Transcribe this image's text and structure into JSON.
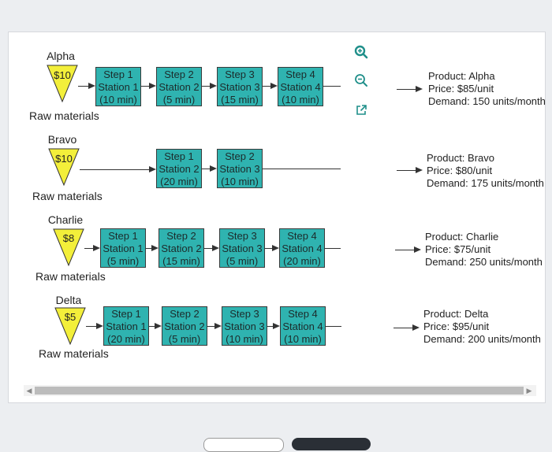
{
  "products": [
    {
      "name": "Alpha",
      "price": "$10",
      "raw_label": "Raw materials",
      "steps": [
        {
          "step": "Step 1",
          "station": "Station 1",
          "time": "(10 min)"
        },
        {
          "step": "Step 2",
          "station": "Station 2",
          "time": "(5 min)"
        },
        {
          "step": "Step 3",
          "station": "Station 3",
          "time": "(15 min)"
        },
        {
          "step": "Step 4",
          "station": "Station 4",
          "time": "(10 min)"
        }
      ],
      "info": {
        "product": "Product: Alpha",
        "price": "Price: $85/unit",
        "demand": "Demand: 150 units/month"
      }
    },
    {
      "name": "Bravo",
      "price": "$10",
      "raw_label": "Raw materials",
      "steps": [
        {
          "step": "Step 1",
          "station": "Station 2",
          "time": "(20 min)"
        },
        {
          "step": "Step 2",
          "station": "Station 3",
          "time": "(10 min)"
        }
      ],
      "info": {
        "product": "Product: Bravo",
        "price": "Price: $80/unit",
        "demand": "Demand: 175 units/month"
      }
    },
    {
      "name": "Charlie",
      "price": "$8",
      "raw_label": "Raw materials",
      "steps": [
        {
          "step": "Step 1",
          "station": "Station 1",
          "time": "(5 min)"
        },
        {
          "step": "Step 2",
          "station": "Station 2",
          "time": "(15 min)"
        },
        {
          "step": "Step 3",
          "station": "Station 3",
          "time": "(5 min)"
        },
        {
          "step": "Step 4",
          "station": "Station 4",
          "time": "(20 min)"
        }
      ],
      "info": {
        "product": "Product: Charlie",
        "price": "Price: $75/unit",
        "demand": "Demand: 250 units/month"
      }
    },
    {
      "name": "Delta",
      "price": "$5",
      "raw_label": "Raw materials",
      "steps": [
        {
          "step": "Step 1",
          "station": "Station 1",
          "time": "(20 min)"
        },
        {
          "step": "Step 2",
          "station": "Station 2",
          "time": "(5 min)"
        },
        {
          "step": "Step 3",
          "station": "Station 3",
          "time": "(10 min)"
        },
        {
          "step": "Step 4",
          "station": "Station 4",
          "time": "(10 min)"
        }
      ],
      "info": {
        "product": "Product: Delta",
        "price": "Price: $95/unit",
        "demand": "Demand: 200 units/month"
      }
    }
  ],
  "colors": {
    "triangle": "#f3ef3a",
    "step_box": "#2fb3b0",
    "toolbar_icon": "#1f8f8a"
  },
  "toolbar": [
    "zoom-in-icon",
    "zoom-out-icon",
    "open-external-icon"
  ]
}
